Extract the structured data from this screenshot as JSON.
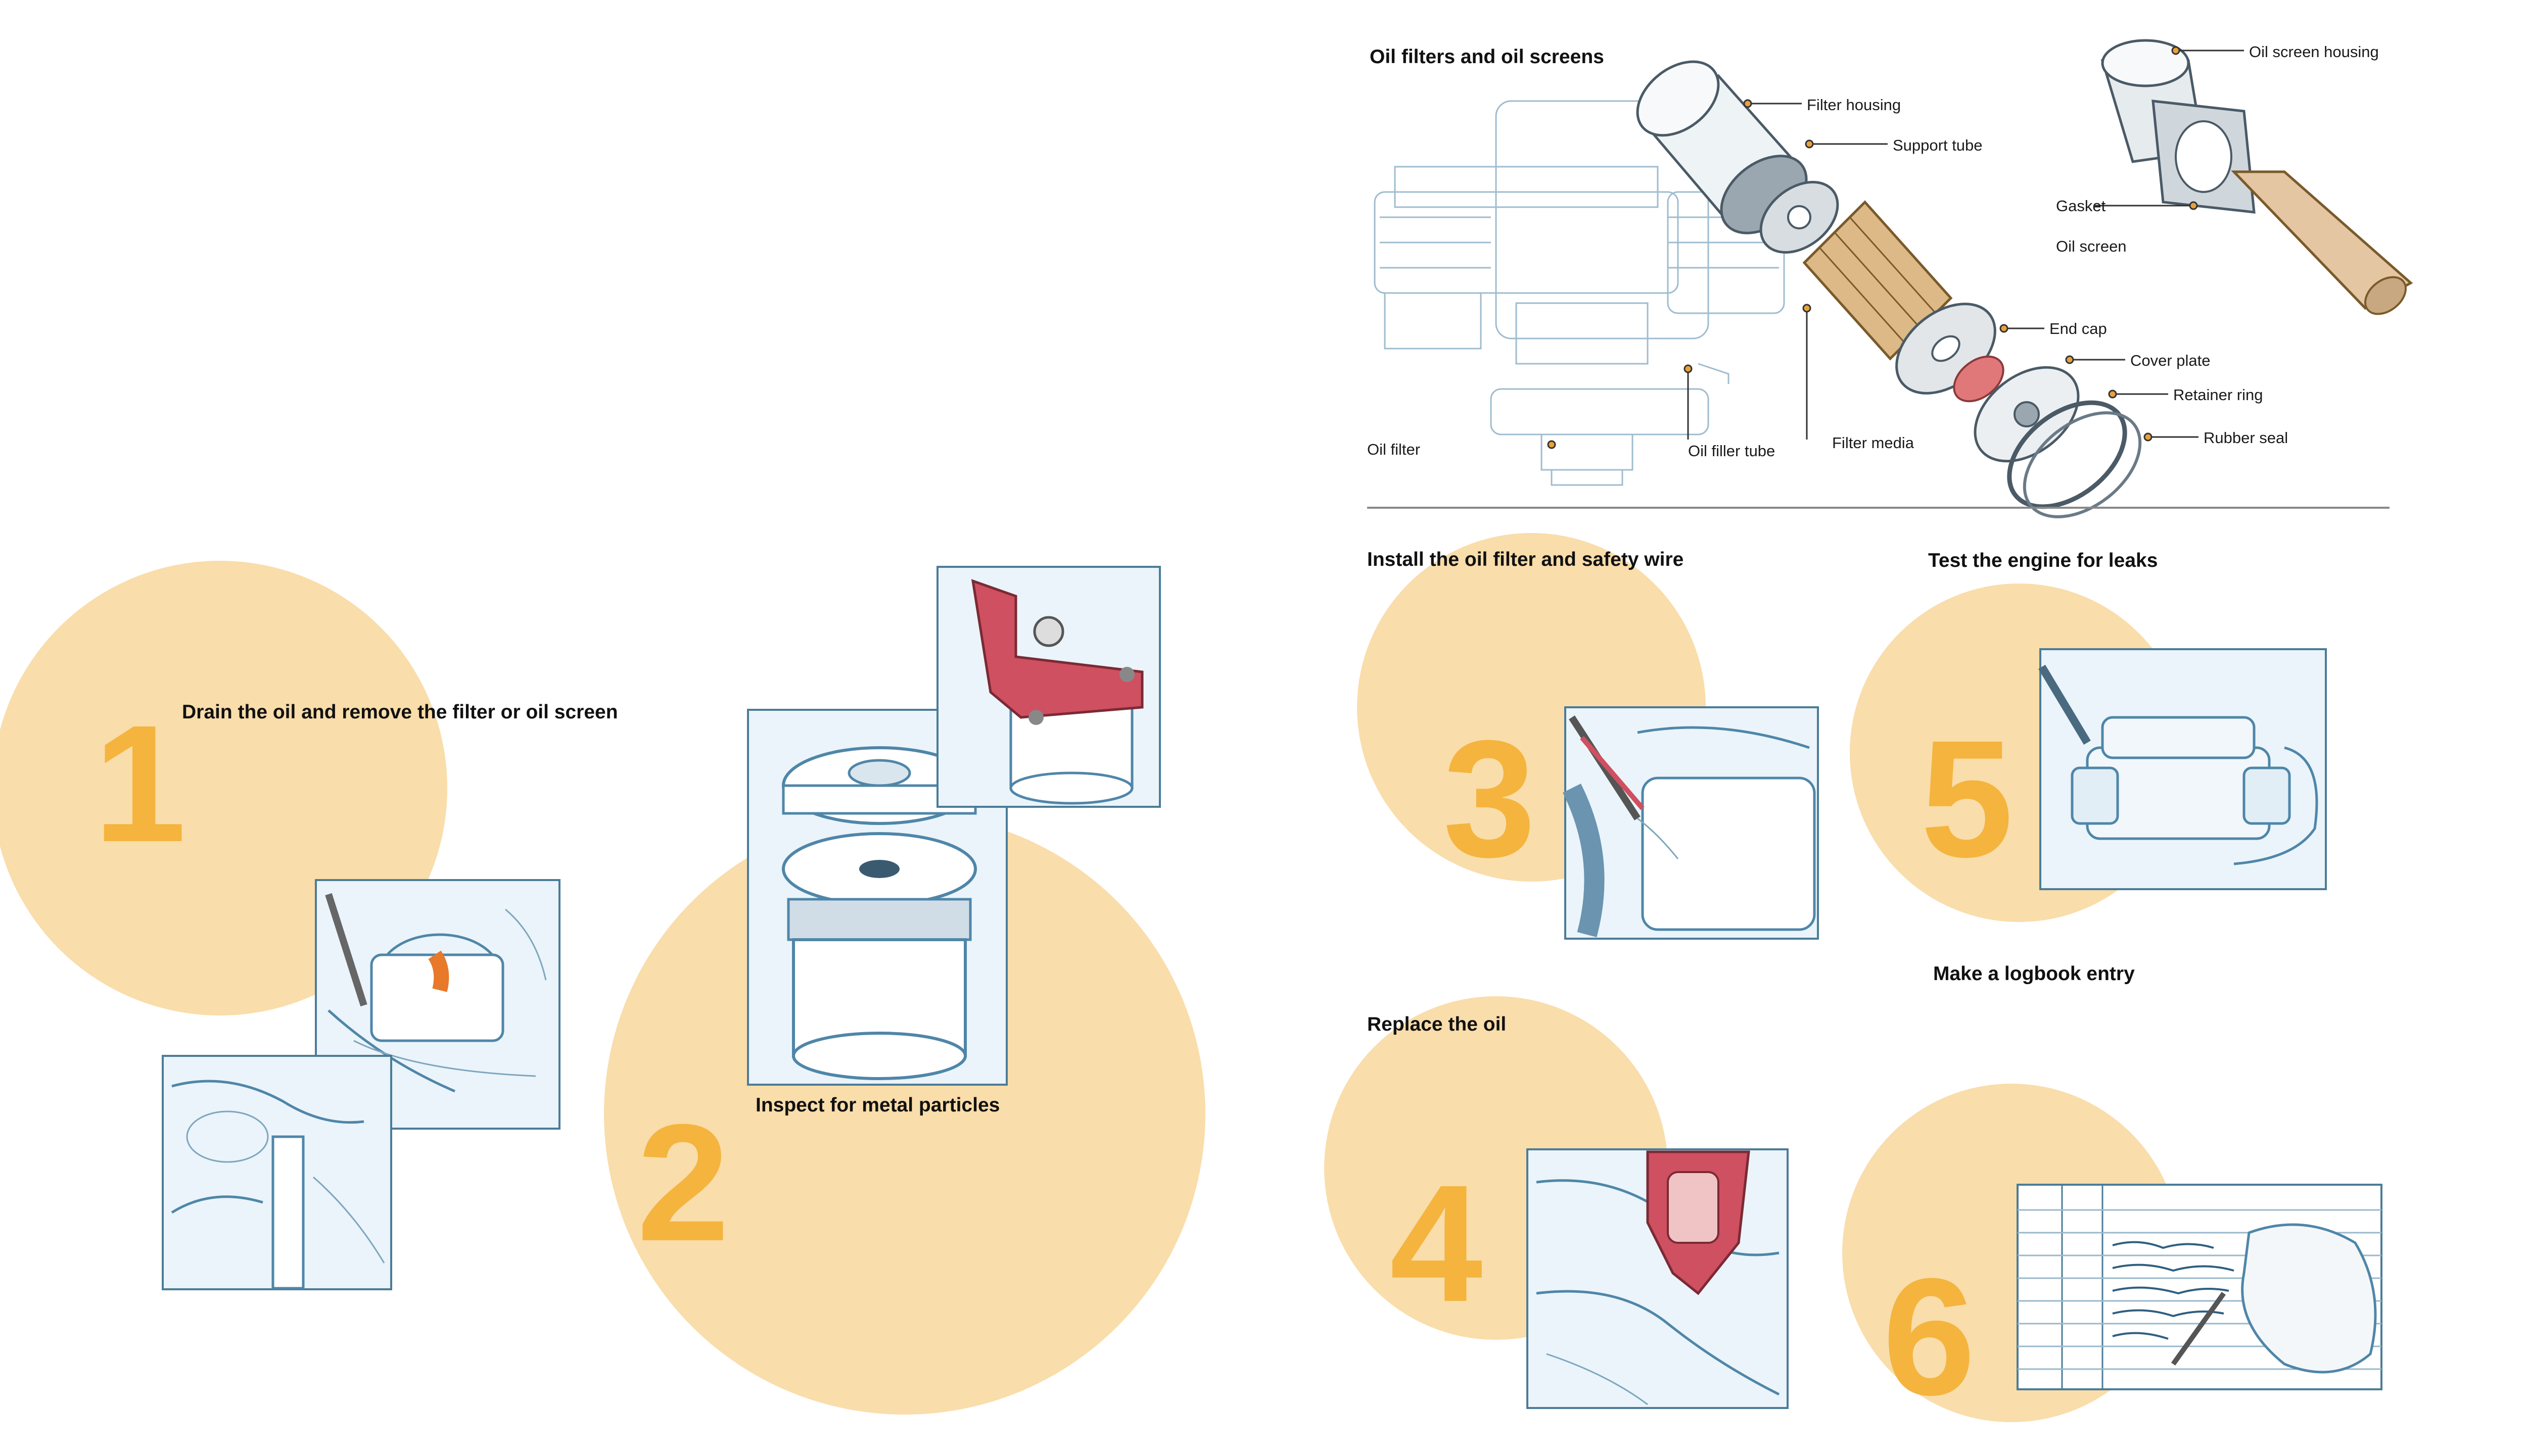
{
  "colors": {
    "circle": "#f9ddaa",
    "number": "#f4b43e",
    "sketch": "#4f86a8",
    "accent_red": "#cf5060",
    "filter_media": "#dcb987"
  },
  "diagram": {
    "title": "Oil filters and oil screens",
    "labels": {
      "filter_housing": "Filter housing",
      "support_tube": "Support tube",
      "oil_screen_housing": "Oil screen housing",
      "gasket": "Gasket",
      "oil_screen": "Oil screen",
      "end_cap": "End cap",
      "cover_plate": "Cover plate",
      "retainer_ring": "Retainer ring",
      "rubber_seal": "Rubber seal",
      "oil_filter": "Oil filter",
      "oil_filler_tube": "Oil filler tube",
      "filter_media": "Filter media"
    }
  },
  "steps": [
    {
      "number": "1",
      "title": "Drain the oil and remove the filter or oil screen"
    },
    {
      "number": "2",
      "title": "Inspect for metal particles"
    },
    {
      "number": "3",
      "title": "Install the oil filter and safety wire"
    },
    {
      "number": "4",
      "title": "Replace the oil"
    },
    {
      "number": "5",
      "title": "Test the engine for leaks"
    },
    {
      "number": "6",
      "title": "Make a logbook entry"
    }
  ]
}
